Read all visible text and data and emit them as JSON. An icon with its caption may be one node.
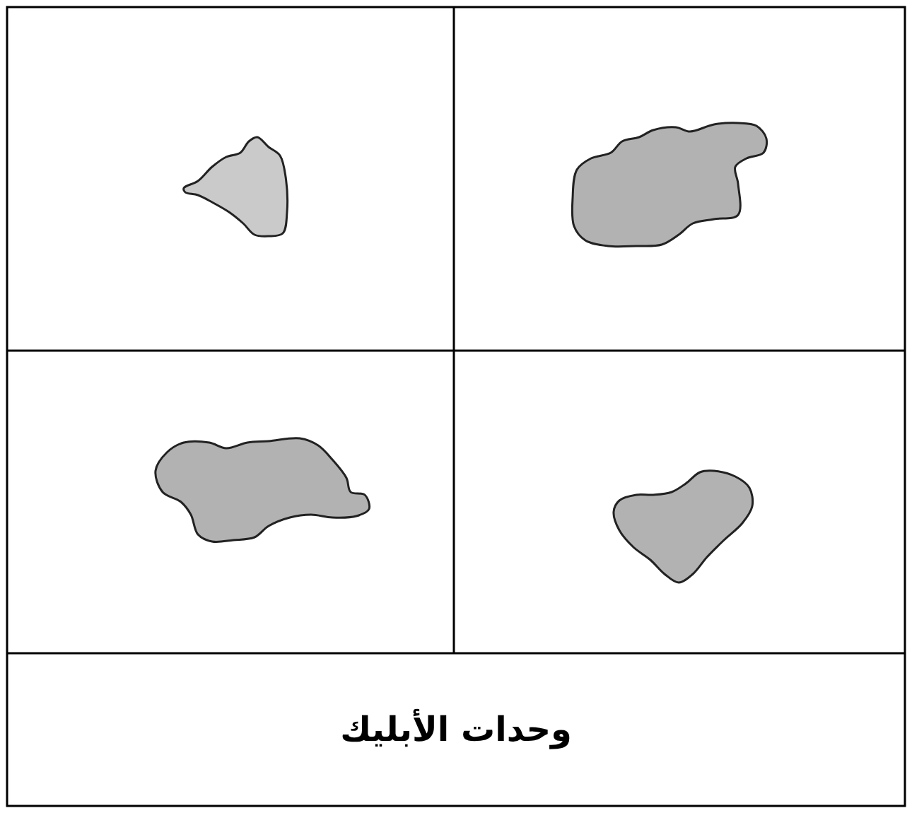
{
  "diagram": {
    "caption": "وحدات الأبليك",
    "nodes": [
      {
        "text": [],
        "shape": "blob"
      },
      {
        "text": [],
        "shape": "blob"
      },
      {
        "text": [],
        "shape": "blob"
      },
      {
        "text": [],
        "shape": "blob"
      }
    ]
  }
}
